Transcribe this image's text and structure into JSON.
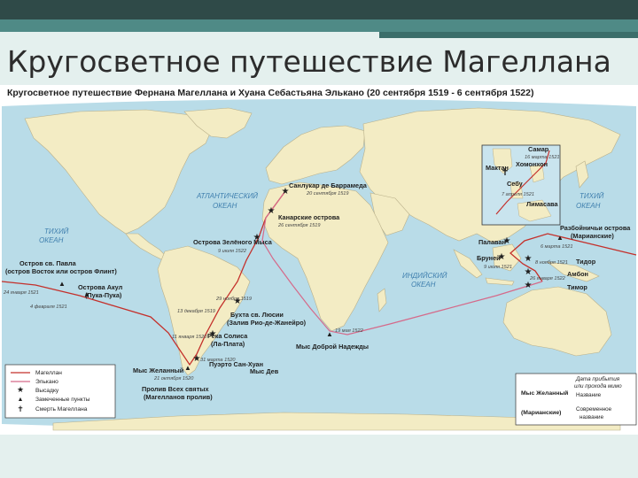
{
  "slide": {
    "title": "Кругосветное путешествие Магеллана"
  },
  "map": {
    "title": "Кругосветное путешествие Фернана Магеллана и Хуана Себастьяна Элькано (20 сентября 1519 - 6 сентября 1522)",
    "oceans": {
      "atlantic": [
        "АТЛАНТИЧЕСКИЙ",
        "ОКЕАН"
      ],
      "pacific_west": [
        "ТИХИЙ",
        "ОКЕАН"
      ],
      "pacific_east": [
        "ТИХИЙ",
        "ОКЕАН"
      ],
      "indian": [
        "ИНДИЙСКИЙ",
        "ОКЕАН"
      ]
    },
    "places": {
      "sanlucar": "Санлукар де Баррамеда",
      "canary": "Канарские острова",
      "cape_verde": "Острова Зелёного Мыса",
      "san_pablo_1": "Остров св. Павла",
      "san_pablo_2": "(остров Восток или остров Флинт)",
      "akul_1": "Острова Акул",
      "akul_2": "(Пука-Пука)",
      "santa_lucia_1": "Бухта св. Люсии",
      "santa_lucia_2": "(Залив Рио-де-Жанейро)",
      "solis_1": "Река Солиса",
      "solis_2": "(Ла-Плата)",
      "san_julian": "Пуэрто Сан-Хуан",
      "zhelanny": "Мыс Желанный",
      "devy": "Мыс Дев",
      "strait_1": "Пролив Всех святых",
      "strait_2": "(Магелланов пролив)",
      "good_hope": "Мыс Доброй Надежды",
      "samar": "Самар",
      "homonhon": "Хомонхон",
      "mactan": "Мактан",
      "cebu": "Себу",
      "limasava": "Лимасава",
      "palawan": "Палаван",
      "brunei": "Бруней",
      "ladrones_1": "Разбойничьи острова",
      "ladrones_2": "(Марианские)",
      "tidore": "Тидор",
      "ambon": "Амбон",
      "timor": "Тимор"
    },
    "dates": {
      "sanlucar": "20 сентября 1519",
      "canary": "26 сентября 1519",
      "cape_verde": "9 июля 1522",
      "brazil": "29 ноября 1519",
      "santa_lucia": "13 декабря 1519",
      "solis": "11 января 1520",
      "san_julian": "31 марта 1520",
      "strait": "21 октября 1520",
      "san_pablo": "24 января 1521",
      "akul": "4 февраля 1521",
      "good_hope": "19 мая 1522",
      "cebu": "7 апреля 1521",
      "tidore": "8 ноября 1521",
      "timor": "26 января 1522",
      "brunei": "9 июля 1521",
      "ladrones": "6 марта 1521",
      "samar": "16 марта 1521"
    },
    "legend": {
      "items": [
        "Магеллан",
        "Элькано",
        "Высадку",
        "Замеченные пункты",
        "Смерть Магеллана"
      ],
      "example_place": "Мыс Желанный",
      "example_alt": "(Марианские)",
      "key_date_1": "Дата прибытия",
      "key_date_2": "или прохода мимо",
      "key_name": "Название",
      "key_modern_1": "Современное",
      "key_modern_2": "название"
    },
    "colors": {
      "ocean": "#b9dce8",
      "land": "#f3ecc4",
      "magellan_route": "#c4302b",
      "elcano_route": "#d56a8a",
      "ocean_label": "#3f7fae"
    }
  }
}
